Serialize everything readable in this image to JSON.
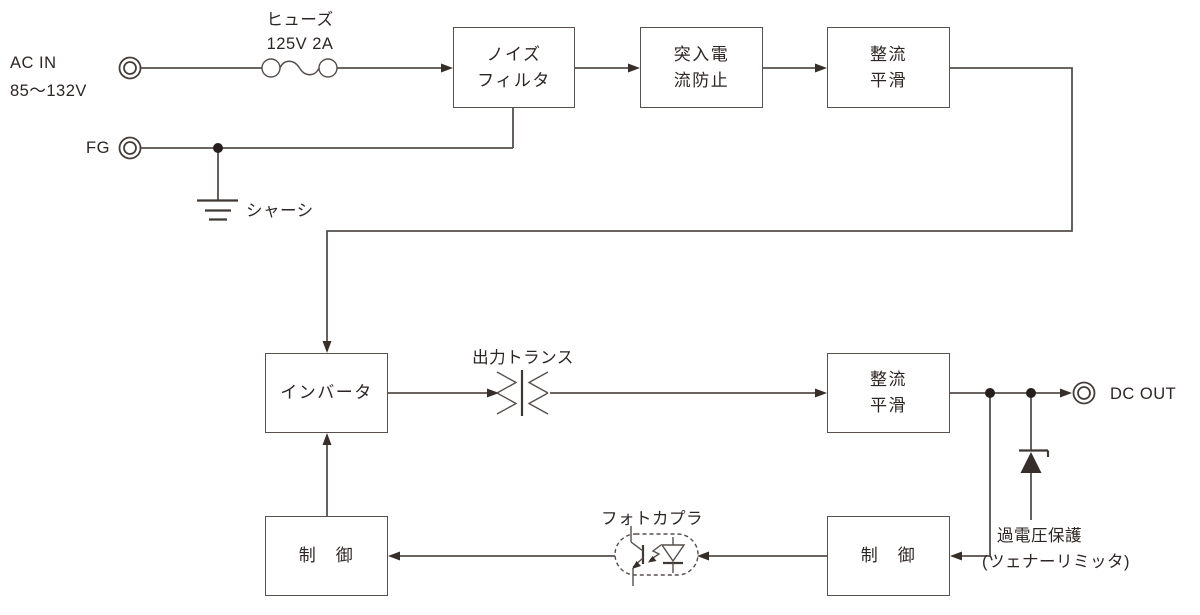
{
  "diagram_title": "switching-power-supply-block-diagram",
  "colors": {
    "background": "#ffffff",
    "line": "#554f4c",
    "text": "#2b2523",
    "arrow_fill": "#352e2a"
  },
  "labels": {
    "ac_in": "AC IN\n85〜132V",
    "fg": "FG",
    "fuse_name": "ヒューズ",
    "fuse_rating": "125V 2A",
    "chassis": "シャーシ",
    "output_transformer": "出力トランス",
    "dc_out": "DC OUT",
    "photocoupler": "フォトカプラ",
    "overvoltage_line1": "過電圧保護",
    "overvoltage_line2": "(ツェナーリミッタ)"
  },
  "blocks": {
    "noise_filter": "ノイズ\nフィルタ",
    "inrush_protection": "突入電\n流防止",
    "rectifier_smoothing_input": "整流\n平滑",
    "inverter": "インバータ",
    "rectifier_smoothing_output": "整流\n平滑",
    "control_primary": "制　御",
    "control_secondary": "制　御"
  }
}
